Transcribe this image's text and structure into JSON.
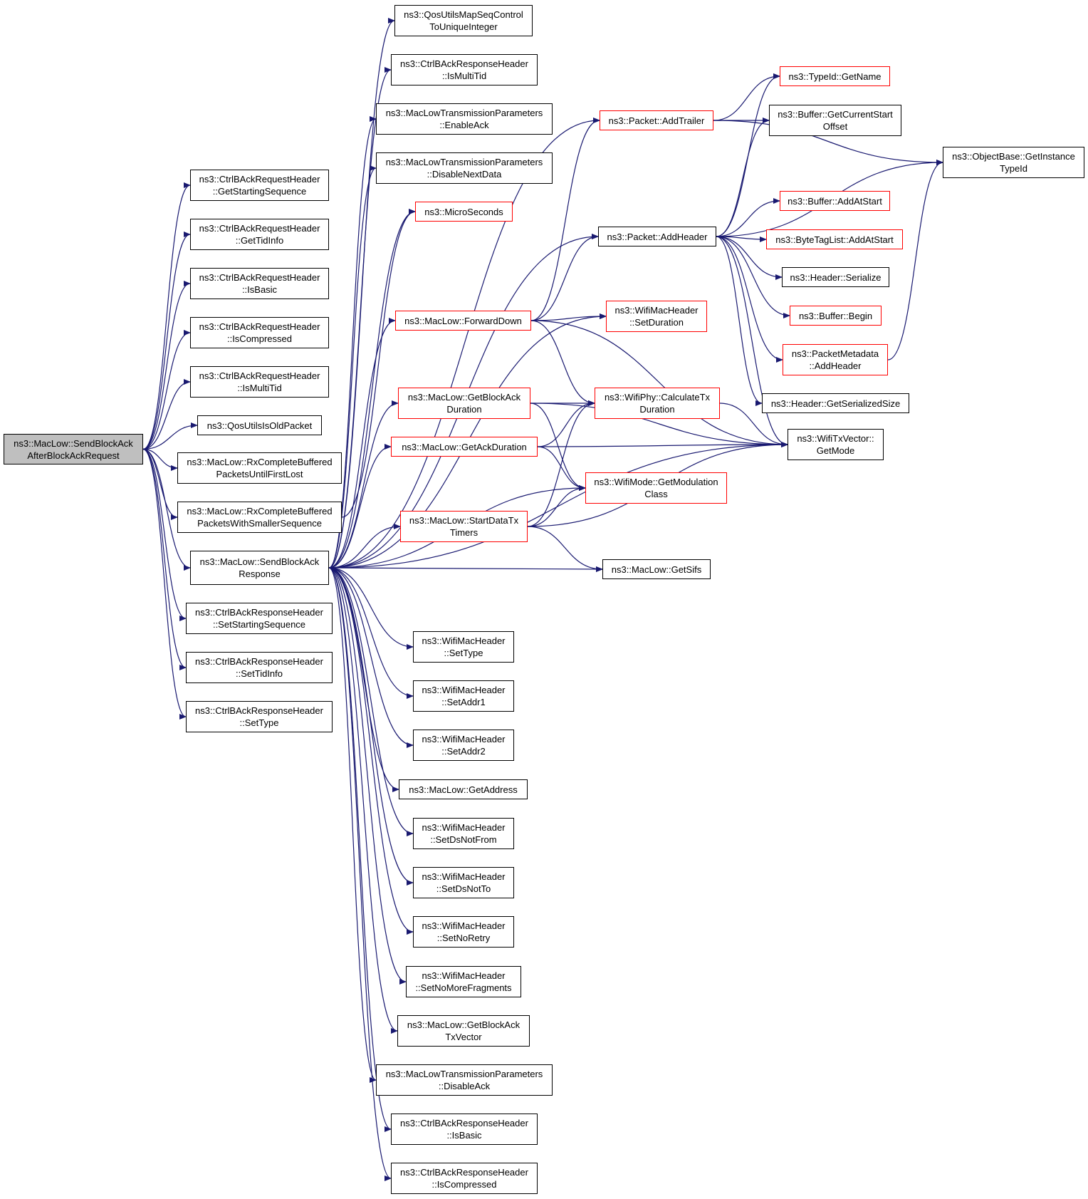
{
  "colors": {
    "edge": "#191970",
    "node_border": "#000000",
    "incomplete_border": "#ff0000",
    "focus_fill": "#bfbfbf"
  },
  "nodes": [
    {
      "id": "root",
      "lines": [
        "ns3::MacLow::SendBlockAck",
        "AfterBlockAckRequest"
      ],
      "style": "focus"
    },
    {
      "id": "req_getss",
      "lines": [
        "ns3::CtrlBAckRequestHeader",
        "::GetStartingSequence"
      ],
      "style": "normal"
    },
    {
      "id": "req_gettid",
      "lines": [
        "ns3::CtrlBAckRequestHeader",
        "::GetTidInfo"
      ],
      "style": "normal"
    },
    {
      "id": "req_isbasic",
      "lines": [
        "ns3::CtrlBAckRequestHeader",
        "::IsBasic"
      ],
      "style": "normal"
    },
    {
      "id": "req_iscomp",
      "lines": [
        "ns3::CtrlBAckRequestHeader",
        "::IsCompressed"
      ],
      "style": "normal"
    },
    {
      "id": "req_ismulti",
      "lines": [
        "ns3::CtrlBAckRequestHeader",
        "::IsMultiTid"
      ],
      "style": "normal"
    },
    {
      "id": "qos_isold",
      "lines": [
        "ns3::QosUtilsIsOldPacket"
      ],
      "style": "normal"
    },
    {
      "id": "rx_first",
      "lines": [
        "ns3::MacLow::RxCompleteBuffered",
        "PacketsUntilFirstLost"
      ],
      "style": "normal"
    },
    {
      "id": "rx_smaller",
      "lines": [
        "ns3::MacLow::RxCompleteBuffered",
        "PacketsWithSmallerSequence"
      ],
      "style": "normal"
    },
    {
      "id": "sendresp",
      "lines": [
        "ns3::MacLow::SendBlockAck",
        "Response"
      ],
      "style": "normal"
    },
    {
      "id": "resp_setss",
      "lines": [
        "ns3::CtrlBAckResponseHeader",
        "::SetStartingSequence"
      ],
      "style": "normal"
    },
    {
      "id": "resp_settid",
      "lines": [
        "ns3::CtrlBAckResponseHeader",
        "::SetTidInfo"
      ],
      "style": "normal"
    },
    {
      "id": "resp_settype",
      "lines": [
        "ns3::CtrlBAckResponseHeader",
        "::SetType"
      ],
      "style": "normal"
    },
    {
      "id": "qos_map",
      "lines": [
        "ns3::QosUtilsMapSeqControl",
        "ToUniqueInteger"
      ],
      "style": "normal"
    },
    {
      "id": "resp_ismulti",
      "lines": [
        "ns3::CtrlBAckResponseHeader",
        "::IsMultiTid"
      ],
      "style": "normal"
    },
    {
      "id": "mltp_enable",
      "lines": [
        "ns3::MacLowTransmissionParameters",
        "::EnableAck"
      ],
      "style": "normal"
    },
    {
      "id": "mltp_disnext",
      "lines": [
        "ns3::MacLowTransmissionParameters",
        "::DisableNextData"
      ],
      "style": "normal"
    },
    {
      "id": "micro",
      "lines": [
        "ns3::MicroSeconds"
      ],
      "style": "red"
    },
    {
      "id": "fwd",
      "lines": [
        "ns3::MacLow::ForwardDown"
      ],
      "style": "red"
    },
    {
      "id": "getbad",
      "lines": [
        "ns3::MacLow::GetBlockAck",
        "Duration"
      ],
      "style": "red"
    },
    {
      "id": "getad",
      "lines": [
        "ns3::MacLow::GetAckDuration"
      ],
      "style": "red"
    },
    {
      "id": "startdata",
      "lines": [
        "ns3::MacLow::StartDataTx",
        "Timers"
      ],
      "style": "red"
    },
    {
      "id": "wmh_settype",
      "lines": [
        "ns3::WifiMacHeader",
        "::SetType"
      ],
      "style": "normal"
    },
    {
      "id": "wmh_addr1",
      "lines": [
        "ns3::WifiMacHeader",
        "::SetAddr1"
      ],
      "style": "normal"
    },
    {
      "id": "wmh_addr2",
      "lines": [
        "ns3::WifiMacHeader",
        "::SetAddr2"
      ],
      "style": "normal"
    },
    {
      "id": "getaddr",
      "lines": [
        "ns3::MacLow::GetAddress"
      ],
      "style": "normal"
    },
    {
      "id": "wmh_dsnf",
      "lines": [
        "ns3::WifiMacHeader",
        "::SetDsNotFrom"
      ],
      "style": "normal"
    },
    {
      "id": "wmh_dsnt",
      "lines": [
        "ns3::WifiMacHeader",
        "::SetDsNotTo"
      ],
      "style": "normal"
    },
    {
      "id": "wmh_noretry",
      "lines": [
        "ns3::WifiMacHeader",
        "::SetNoRetry"
      ],
      "style": "normal"
    },
    {
      "id": "wmh_nomf",
      "lines": [
        "ns3::WifiMacHeader",
        "::SetNoMoreFragments"
      ],
      "style": "normal"
    },
    {
      "id": "getbatx",
      "lines": [
        "ns3::MacLow::GetBlockAck",
        "TxVector"
      ],
      "style": "normal"
    },
    {
      "id": "mltp_disack",
      "lines": [
        "ns3::MacLowTransmissionParameters",
        "::DisableAck"
      ],
      "style": "normal"
    },
    {
      "id": "resp_isbasic",
      "lines": [
        "ns3::CtrlBAckResponseHeader",
        "::IsBasic"
      ],
      "style": "normal"
    },
    {
      "id": "resp_iscomp",
      "lines": [
        "ns3::CtrlBAckResponseHeader",
        "::IsCompressed"
      ],
      "style": "normal"
    },
    {
      "id": "addtrailer",
      "lines": [
        "ns3::Packet::AddTrailer"
      ],
      "style": "red"
    },
    {
      "id": "addheader",
      "lines": [
        "ns3::Packet::AddHeader"
      ],
      "style": "normal"
    },
    {
      "id": "wmh_setdur",
      "lines": [
        "ns3::WifiMacHeader",
        "::SetDuration"
      ],
      "style": "red"
    },
    {
      "id": "calctx",
      "lines": [
        "ns3::WifiPhy::CalculateTx",
        "Duration"
      ],
      "style": "red"
    },
    {
      "id": "modclass",
      "lines": [
        "ns3::WifiMode::GetModulation",
        "Class"
      ],
      "style": "red"
    },
    {
      "id": "getsifs",
      "lines": [
        "ns3::MacLow::GetSifs"
      ],
      "style": "normal"
    },
    {
      "id": "typeid_getname",
      "lines": [
        "ns3::TypeId::GetName"
      ],
      "style": "red"
    },
    {
      "id": "buf_gcso",
      "lines": [
        "ns3::Buffer::GetCurrentStart",
        "Offset"
      ],
      "style": "normal"
    },
    {
      "id": "buf_addatstart",
      "lines": [
        "ns3::Buffer::AddAtStart"
      ],
      "style": "red"
    },
    {
      "id": "btl_addatstart",
      "lines": [
        "ns3::ByteTagList::AddAtStart"
      ],
      "style": "red"
    },
    {
      "id": "hdr_serialize",
      "lines": [
        "ns3::Header::Serialize"
      ],
      "style": "normal"
    },
    {
      "id": "buf_begin",
      "lines": [
        "ns3::Buffer::Begin"
      ],
      "style": "red"
    },
    {
      "id": "pm_addheader",
      "lines": [
        "ns3::PacketMetadata",
        "::AddHeader"
      ],
      "style": "red"
    },
    {
      "id": "hdr_gss",
      "lines": [
        "ns3::Header::GetSerializedSize"
      ],
      "style": "normal"
    },
    {
      "id": "txv_getmode",
      "lines": [
        "ns3::WifiTxVector::",
        "GetMode"
      ],
      "style": "normal"
    },
    {
      "id": "objbase",
      "lines": [
        "ns3::ObjectBase::GetInstance",
        "TypeId"
      ],
      "style": "normal"
    }
  ],
  "edges": [
    [
      "root",
      "req_getss"
    ],
    [
      "root",
      "req_gettid"
    ],
    [
      "root",
      "req_isbasic"
    ],
    [
      "root",
      "req_iscomp"
    ],
    [
      "root",
      "req_ismulti"
    ],
    [
      "root",
      "qos_isold"
    ],
    [
      "root",
      "rx_first"
    ],
    [
      "root",
      "rx_smaller"
    ],
    [
      "root",
      "sendresp"
    ],
    [
      "root",
      "resp_setss"
    ],
    [
      "root",
      "resp_settid"
    ],
    [
      "root",
      "resp_settype"
    ],
    [
      "rx_smaller",
      "micro"
    ],
    [
      "sendresp",
      "qos_map"
    ],
    [
      "sendresp",
      "resp_ismulti"
    ],
    [
      "sendresp",
      "mltp_enable"
    ],
    [
      "sendresp",
      "mltp_disnext"
    ],
    [
      "sendresp",
      "micro"
    ],
    [
      "sendresp",
      "fwd"
    ],
    [
      "sendresp",
      "getbad"
    ],
    [
      "sendresp",
      "getad"
    ],
    [
      "sendresp",
      "startdata"
    ],
    [
      "sendresp",
      "getsifs"
    ],
    [
      "sendresp",
      "txv_getmode"
    ],
    [
      "sendresp",
      "addtrailer"
    ],
    [
      "sendresp",
      "addheader"
    ],
    [
      "sendresp",
      "wmh_setdur"
    ],
    [
      "sendresp",
      "modclass"
    ],
    [
      "sendresp",
      "wmh_settype"
    ],
    [
      "sendresp",
      "wmh_addr1"
    ],
    [
      "sendresp",
      "wmh_addr2"
    ],
    [
      "sendresp",
      "getaddr"
    ],
    [
      "sendresp",
      "wmh_dsnf"
    ],
    [
      "sendresp",
      "wmh_dsnt"
    ],
    [
      "sendresp",
      "wmh_noretry"
    ],
    [
      "sendresp",
      "wmh_nomf"
    ],
    [
      "sendresp",
      "getbatx"
    ],
    [
      "sendresp",
      "mltp_disack"
    ],
    [
      "sendresp",
      "resp_isbasic"
    ],
    [
      "sendresp",
      "resp_iscomp"
    ],
    [
      "fwd",
      "addtrailer"
    ],
    [
      "fwd",
      "addheader"
    ],
    [
      "fwd",
      "wmh_setdur"
    ],
    [
      "fwd",
      "calctx"
    ],
    [
      "fwd",
      "txv_getmode"
    ],
    [
      "getbad",
      "calctx"
    ],
    [
      "getbad",
      "modclass"
    ],
    [
      "getbad",
      "txv_getmode"
    ],
    [
      "getad",
      "calctx"
    ],
    [
      "getad",
      "modclass"
    ],
    [
      "getad",
      "txv_getmode"
    ],
    [
      "startdata",
      "calctx"
    ],
    [
      "startdata",
      "modclass"
    ],
    [
      "startdata",
      "getsifs"
    ],
    [
      "startdata",
      "txv_getmode"
    ],
    [
      "calctx",
      "txv_getmode"
    ],
    [
      "addtrailer",
      "typeid_getname"
    ],
    [
      "addtrailer",
      "buf_gcso"
    ],
    [
      "addtrailer",
      "objbase"
    ],
    [
      "addheader",
      "typeid_getname"
    ],
    [
      "addheader",
      "buf_gcso"
    ],
    [
      "addheader",
      "objbase"
    ],
    [
      "addheader",
      "buf_addatstart"
    ],
    [
      "addheader",
      "btl_addatstart"
    ],
    [
      "addheader",
      "hdr_serialize"
    ],
    [
      "addheader",
      "buf_begin"
    ],
    [
      "addheader",
      "pm_addheader"
    ],
    [
      "addheader",
      "hdr_gss"
    ],
    [
      "addheader",
      "txv_getmode"
    ],
    [
      "pm_addheader",
      "objbase"
    ]
  ]
}
